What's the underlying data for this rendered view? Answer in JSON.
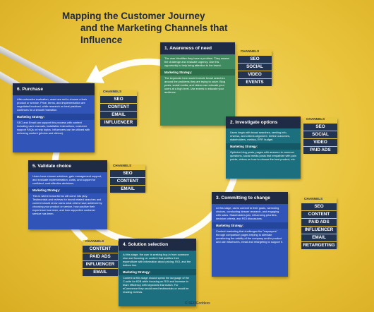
{
  "title": {
    "line1": "Mapping the Customer Journey",
    "line2": "and the Marketing Channels that Influence"
  },
  "colors": {
    "green": "#3f8a5e",
    "teal": "#1b6f7e",
    "blue": "#3054b8",
    "navy": "#1f2a44",
    "chanbox": "#233450",
    "ring": "#ffffff"
  },
  "stages": [
    {
      "title": "1. Awareness of need",
      "body": "The user identifies they have a problem. They assess the challenge and evaluate urgency. Use this opportunity to help bring attention to the brand.",
      "strategy_label": "Marketing Strategy:",
      "strategy": "The keywords here would include broad searches around the problems they are trying to solve. Blog posts, social media, and videos can educate your users at a high level. Use events to educate your audience.",
      "channels_label": "CHANNELS",
      "channels": [
        "SEO",
        "SOCIAL",
        "VIDEO",
        "EVENTS"
      ]
    },
    {
      "title": "2. Investigate options",
      "body": "Users begin with broad searches, seeking info, reviews, and criteria alignment. Define outcomes, stakeholders, metrics, RFP, budget.",
      "strategy_label": "Marketing Strategy:",
      "strategy": "Optimize blog posts, pages with answers to common questions, social media posts that empathize with pain points, videos on how to choose the best product, etc.",
      "channels_label": "CHANNELS",
      "channels": [
        "SEO",
        "SOCIAL",
        "VIDEO",
        "PAID ADS"
      ]
    },
    {
      "title": "3. Committing to change",
      "body": "At this stage, users commit to their goals, narrowing choices, conducting deeper research, and engaging with sales. Stakeholders join, influencing priorities, decision criteria, and ROI discussions.",
      "strategy_label": "Marketing Strategy:",
      "strategy": "Content marketing that challenges the \"naysayers\" through comparison pages helping to alleviate questioning the validity of the company and/or product and use influencers, email and retargeting to support it.",
      "channels_label": "CHANNELS",
      "channels": [
        "SEO",
        "CONTENT",
        "PAID ADS",
        "INFLUENCER",
        "EMAIL",
        "RETARGETING"
      ]
    },
    {
      "title": "4. Solution selection",
      "body": "At this stage, the user is seeking buy-in from someone else and focusing on content that justifies their expenditure with information about pricing, ROI, and the bottom line.",
      "strategy_label": "Marketing Strategy:",
      "strategy": "Content at this stage should speak the language of the C-suite for B2B while focusing on ROI and increase in team efficiency with keywords that match. For eCommerce they would need testimonials or would be reading reviews.",
      "channels_label": "CHANNELS",
      "channels": [
        "CONTENT",
        "PAID ADS",
        "INFLUENCER",
        "EMAIL"
      ]
    },
    {
      "title": "5. Validate choice",
      "body": "Users have chosen solutions, gain management support, and evaluate implementation, costs, and support for confident, cost-effective decisions.",
      "strategy_label": "Marketing Strategy:",
      "strategy": "This is where brand terms will come into play. Testimonials and reviews for brand related searches and content should show users what others have achieved by choosing your product or service, how positive their experience has been, and how supportive customer service has been.",
      "channels_label": "CHANNELS",
      "channels": [
        "SEO",
        "CONTENT",
        "EMAIL"
      ]
    },
    {
      "title": "6. Purchase",
      "body": "After extensive evaluation, users are set to choose a their product or service. Price, terms, and implementation are negotiated involved, while research on best practices continues for a smooth transition.",
      "strategy_label": "Marketing Strategy:",
      "strategy": "SEO and Email can support this process with content including user manuals, installation instructions, customer support FAQs or help topics. Influencers can be utilized with unboxing content (photos and videos).",
      "channels_label": "CHANNELS",
      "channels": [
        "SEO",
        "CONTENT",
        "EMAIL",
        "INFLUENCER"
      ]
    }
  ],
  "footer": "© SEOGoddess"
}
